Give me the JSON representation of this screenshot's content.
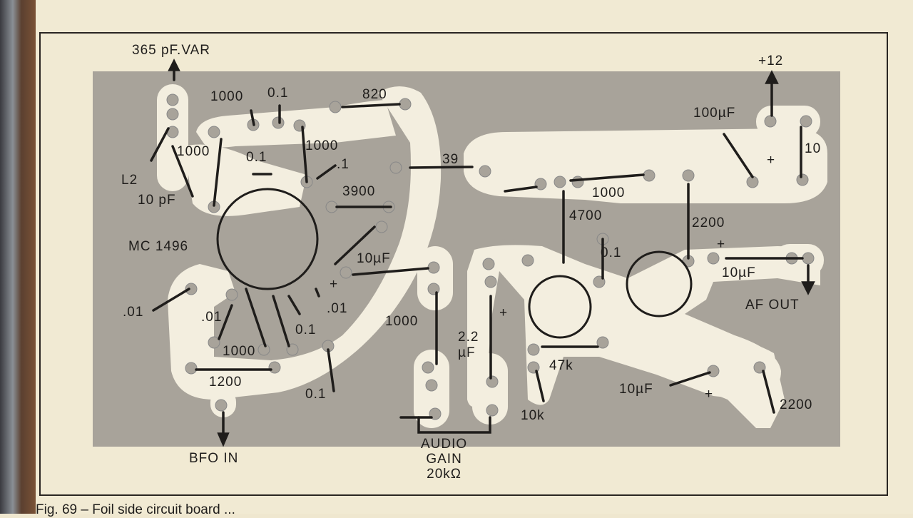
{
  "figure": {
    "caption": "Fig. 69 – Foil side circuit board ..."
  },
  "component_labels": {
    "var_cap": "365 pF.VAR",
    "l2": "L2",
    "c_10pf": "10 pF",
    "r_1000_a": "1000",
    "r_1000_b": "1000",
    "c_01_a": "0.1",
    "c_01_b": "0.1",
    "r_1000_c": "1000",
    "c_01_c": ".1",
    "r_820": "820",
    "r_3900": "3900",
    "r_39": "39",
    "ic": "MC 1496",
    "c_001_a": ".01",
    "c_001_b": ".01",
    "c_001_c": ".01",
    "c_10uf_a": "10µF",
    "c_01_d": "0.1",
    "r_1000_d": "1000",
    "r_1200": "1200",
    "c_01_e": "0.1",
    "bfo_in": "BFO IN",
    "r_1000_e": "1000",
    "c_22uf": "2.2\nµF",
    "audio_gain": "AUDIO\nGAIN\n20kΩ",
    "r_10k": "10k",
    "r_47k": "47k",
    "r_4700": "4700",
    "r_1000_f": "1000",
    "c_01_f": "0.1",
    "r_2200_a": "2200",
    "c_10uf_b": "10µF",
    "c_100uf": "100µF",
    "r_10": "10",
    "supply": "+12",
    "af_out": "AF OUT",
    "c_10uf_c": "10µF",
    "r_2200_b": "2200",
    "plus": "+"
  },
  "colors": {
    "board": "#a8a39a",
    "foil": "#f3eedf",
    "ink": "#1f1d1b"
  }
}
